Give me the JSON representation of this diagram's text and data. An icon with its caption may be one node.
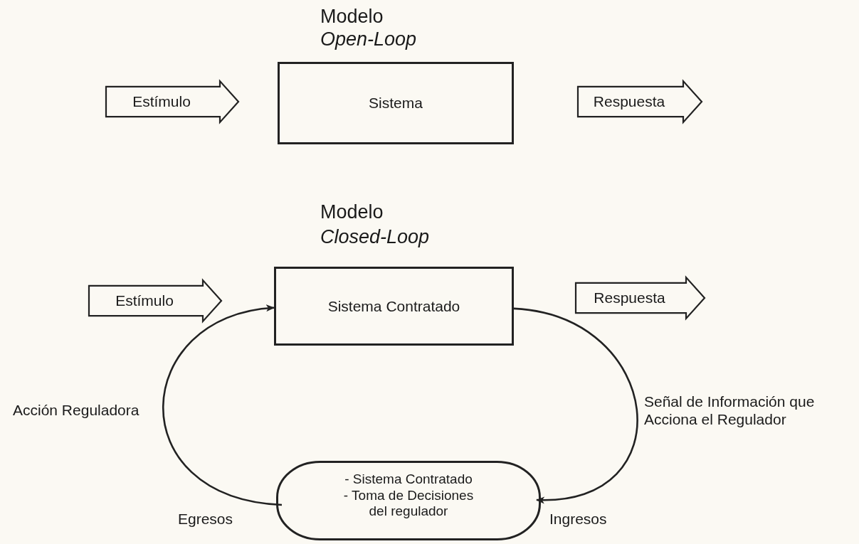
{
  "diagram": {
    "nodes": [
      {
        "text": [
          "Estímulo"
        ]
      },
      {
        "text": [
          "Sistema"
        ]
      },
      {
        "text": [
          "Respuesta"
        ]
      },
      {
        "text": [
          "Estímulo"
        ]
      },
      {
        "text": [
          "Sistema Contratado"
        ]
      },
      {
        "text": [
          "Respuesta"
        ]
      },
      {
        "text": [
          "- Sistema Contratado",
          "- Toma de Decisiones del regulador"
        ]
      }
    ],
    "edges": [
      {
        "from": 4,
        "to": 6,
        "arrow": "to"
      },
      {
        "from": 6,
        "to": 4,
        "arrow": "to"
      }
    ],
    "labels": [
      "Modelo",
      "Open-Loop",
      "Modelo",
      "Closed-Loop",
      "Acción Reguladora",
      "Señal de Información que Acciona el Regulador",
      "Egresos",
      "Ingresos"
    ]
  }
}
